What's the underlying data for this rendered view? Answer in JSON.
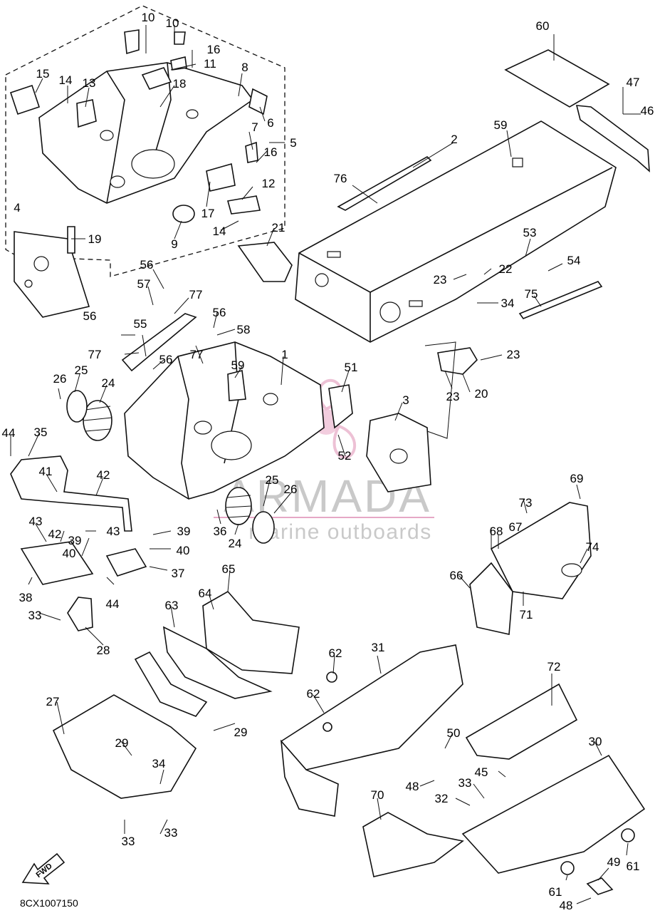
{
  "diagram": {
    "code": "8CX1007150",
    "fwd_label": "FWD",
    "watermark": {
      "brand": "ARMADA",
      "tagline": "marine outboards"
    }
  },
  "callouts": [
    {
      "id": "c10a",
      "label": "10"
    },
    {
      "id": "c10b",
      "label": "10"
    },
    {
      "id": "c16a",
      "label": "16"
    },
    {
      "id": "c11",
      "label": "11"
    },
    {
      "id": "c8",
      "label": "8"
    },
    {
      "id": "c18",
      "label": "18"
    },
    {
      "id": "c15",
      "label": "15"
    },
    {
      "id": "c14a",
      "label": "14"
    },
    {
      "id": "c13",
      "label": "13"
    },
    {
      "id": "c6",
      "label": "6"
    },
    {
      "id": "c7",
      "label": "7"
    },
    {
      "id": "c5",
      "label": "5"
    },
    {
      "id": "c16b",
      "label": "16"
    },
    {
      "id": "c12",
      "label": "12"
    },
    {
      "id": "c17",
      "label": "17"
    },
    {
      "id": "c14b",
      "label": "14"
    },
    {
      "id": "c9",
      "label": "9"
    },
    {
      "id": "c4",
      "label": "4"
    },
    {
      "id": "c19",
      "label": "19"
    },
    {
      "id": "c21",
      "label": "21"
    },
    {
      "id": "c60",
      "label": "60"
    },
    {
      "id": "c47",
      "label": "47"
    },
    {
      "id": "c46",
      "label": "46"
    },
    {
      "id": "c59a",
      "label": "59"
    },
    {
      "id": "c2",
      "label": "2"
    },
    {
      "id": "c76",
      "label": "76"
    },
    {
      "id": "c53",
      "label": "53"
    },
    {
      "id": "c54",
      "label": "54"
    },
    {
      "id": "c23a",
      "label": "23"
    },
    {
      "id": "c22",
      "label": "22"
    },
    {
      "id": "c75",
      "label": "75"
    },
    {
      "id": "c34a",
      "label": "34"
    },
    {
      "id": "c23b",
      "label": "23"
    },
    {
      "id": "c23c",
      "label": "23"
    },
    {
      "id": "c20",
      "label": "20"
    },
    {
      "id": "c56a",
      "label": "56"
    },
    {
      "id": "c57",
      "label": "57"
    },
    {
      "id": "c77a",
      "label": "77"
    },
    {
      "id": "c56b",
      "label": "56"
    },
    {
      "id": "c58",
      "label": "58"
    },
    {
      "id": "c55",
      "label": "55"
    },
    {
      "id": "c56c",
      "label": "56"
    },
    {
      "id": "c77b",
      "label": "77"
    },
    {
      "id": "c77c",
      "label": "77"
    },
    {
      "id": "c56d",
      "label": "56"
    },
    {
      "id": "c1",
      "label": "1"
    },
    {
      "id": "c59b",
      "label": "59"
    },
    {
      "id": "c51",
      "label": "51"
    },
    {
      "id": "c3",
      "label": "3"
    },
    {
      "id": "c52",
      "label": "52"
    },
    {
      "id": "c26a",
      "label": "26"
    },
    {
      "id": "c25a",
      "label": "25"
    },
    {
      "id": "c24a",
      "label": "24"
    },
    {
      "id": "c44a",
      "label": "44"
    },
    {
      "id": "c35",
      "label": "35"
    },
    {
      "id": "c41",
      "label": "41"
    },
    {
      "id": "c42a",
      "label": "42"
    },
    {
      "id": "c43a",
      "label": "43"
    },
    {
      "id": "c43b",
      "label": "43"
    },
    {
      "id": "c42b",
      "label": "42"
    },
    {
      "id": "c39a",
      "label": "39"
    },
    {
      "id": "c40a",
      "label": "40"
    },
    {
      "id": "c39b",
      "label": "39"
    },
    {
      "id": "c40b",
      "label": "40"
    },
    {
      "id": "c38",
      "label": "38"
    },
    {
      "id": "c37",
      "label": "37"
    },
    {
      "id": "c44b",
      "label": "44"
    },
    {
      "id": "c36",
      "label": "36"
    },
    {
      "id": "c24b",
      "label": "24"
    },
    {
      "id": "c25b",
      "label": "25"
    },
    {
      "id": "c26b",
      "label": "26"
    },
    {
      "id": "c33a",
      "label": "33"
    },
    {
      "id": "c28",
      "label": "28"
    },
    {
      "id": "c69",
      "label": "69"
    },
    {
      "id": "c73",
      "label": "73"
    },
    {
      "id": "c68",
      "label": "68"
    },
    {
      "id": "c67",
      "label": "67"
    },
    {
      "id": "c74",
      "label": "74"
    },
    {
      "id": "c66",
      "label": "66"
    },
    {
      "id": "c71",
      "label": "71"
    },
    {
      "id": "c65",
      "label": "65"
    },
    {
      "id": "c64",
      "label": "64"
    },
    {
      "id": "c63",
      "label": "63"
    },
    {
      "id": "c62a",
      "label": "62"
    },
    {
      "id": "c31",
      "label": "31"
    },
    {
      "id": "c62b",
      "label": "62"
    },
    {
      "id": "c72",
      "label": "72"
    },
    {
      "id": "c29a",
      "label": "29"
    },
    {
      "id": "c27",
      "label": "27"
    },
    {
      "id": "c29b",
      "label": "29"
    },
    {
      "id": "c50",
      "label": "50"
    },
    {
      "id": "c30",
      "label": "30"
    },
    {
      "id": "c34b",
      "label": "34"
    },
    {
      "id": "c45",
      "label": "45"
    },
    {
      "id": "c48a",
      "label": "48"
    },
    {
      "id": "c33b",
      "label": "33"
    },
    {
      "id": "c32",
      "label": "32"
    },
    {
      "id": "c70",
      "label": "70"
    },
    {
      "id": "c33c",
      "label": "33"
    },
    {
      "id": "c33d",
      "label": "33"
    },
    {
      "id": "c49",
      "label": "49"
    },
    {
      "id": "c61a",
      "label": "61"
    },
    {
      "id": "c61b",
      "label": "61"
    },
    {
      "id": "c48b",
      "label": "48"
    }
  ]
}
